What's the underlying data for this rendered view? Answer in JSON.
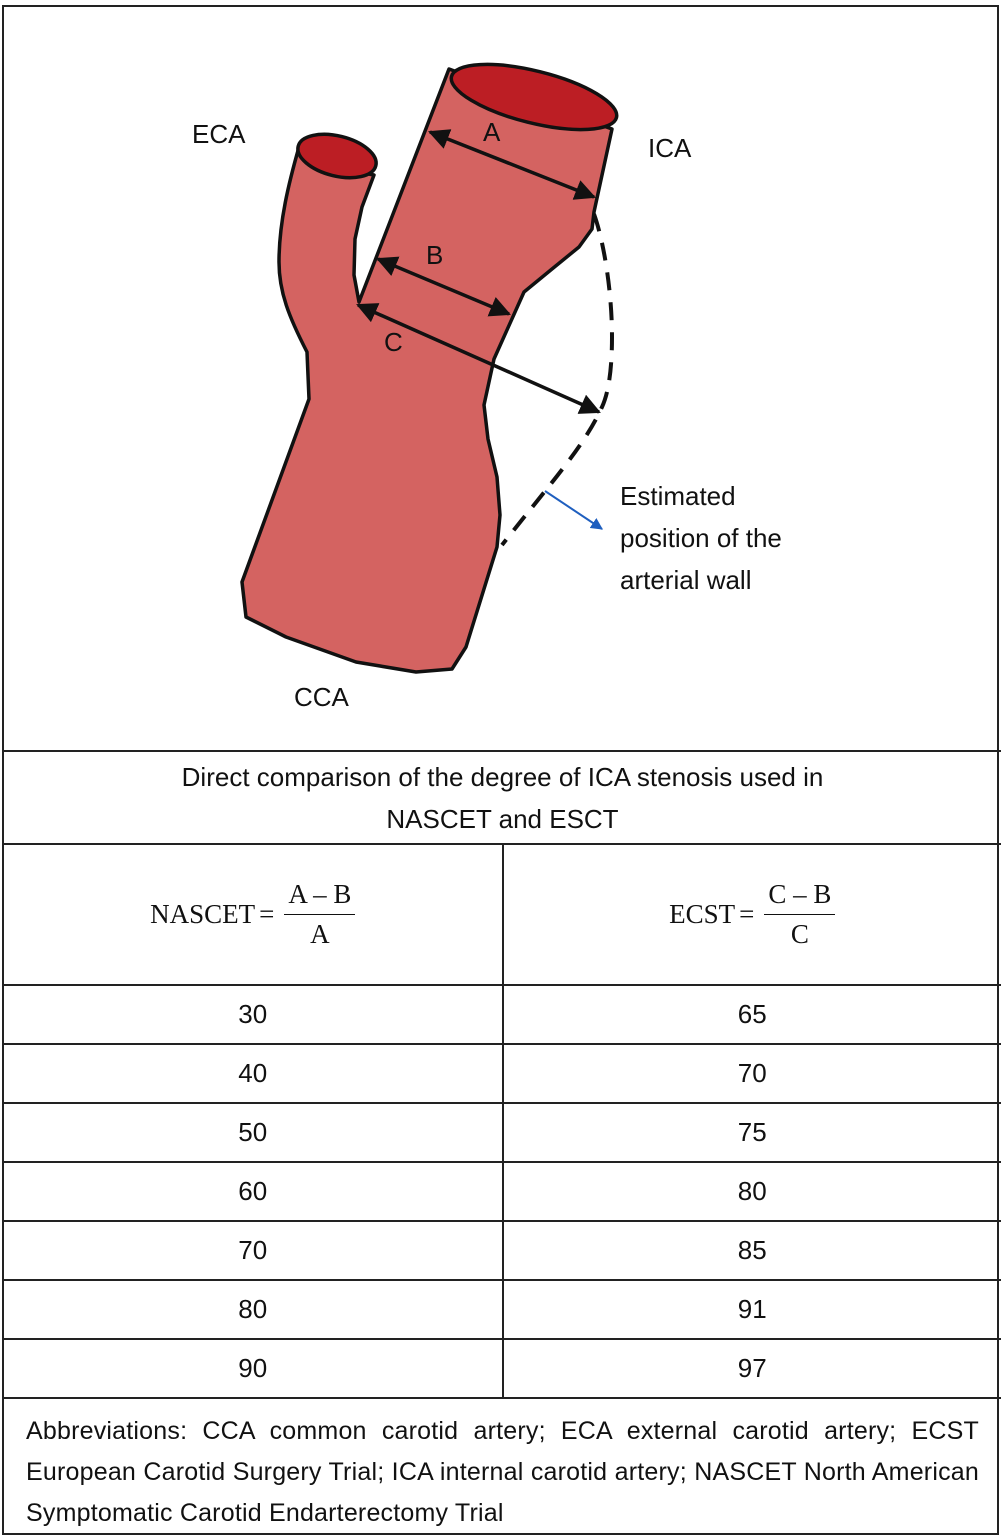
{
  "diagram": {
    "labels": {
      "eca": "ECA",
      "ica": "ICA",
      "cca": "CCA",
      "a": "A",
      "b": "B",
      "c": "C"
    },
    "note_lines": [
      "Estimated",
      "position of the",
      "arterial wall"
    ],
    "colors": {
      "vessel_fill": "#d46361",
      "vessel_lumen": "#bc1e24",
      "outline": "#111111",
      "note_arrow": "#1f5fbf"
    }
  },
  "caption": {
    "line1": "Direct comparison of the degree of ICA stenosis used in",
    "line2": "NASCET and ESCT"
  },
  "table": {
    "header": {
      "nascet": {
        "name": "NASCET",
        "eq": "=",
        "numerator": "A – B",
        "denominator": "A"
      },
      "ecst": {
        "name": "ECST",
        "eq": "=",
        "numerator": "C – B",
        "denominator": "C"
      }
    },
    "rows": [
      {
        "nascet": "30",
        "ecst": "65"
      },
      {
        "nascet": "40",
        "ecst": "70"
      },
      {
        "nascet": "50",
        "ecst": "75"
      },
      {
        "nascet": "60",
        "ecst": "80"
      },
      {
        "nascet": "70",
        "ecst": "85"
      },
      {
        "nascet": "80",
        "ecst": "91"
      },
      {
        "nascet": "90",
        "ecst": "97"
      }
    ]
  },
  "abbreviations": "Abbreviations: CCA common carotid artery; ECA external carotid artery; ECST European Carotid Surgery Trial; ICA internal carotid artery; NASCET North American Symptomatic Carotid Endarterectomy Trial"
}
